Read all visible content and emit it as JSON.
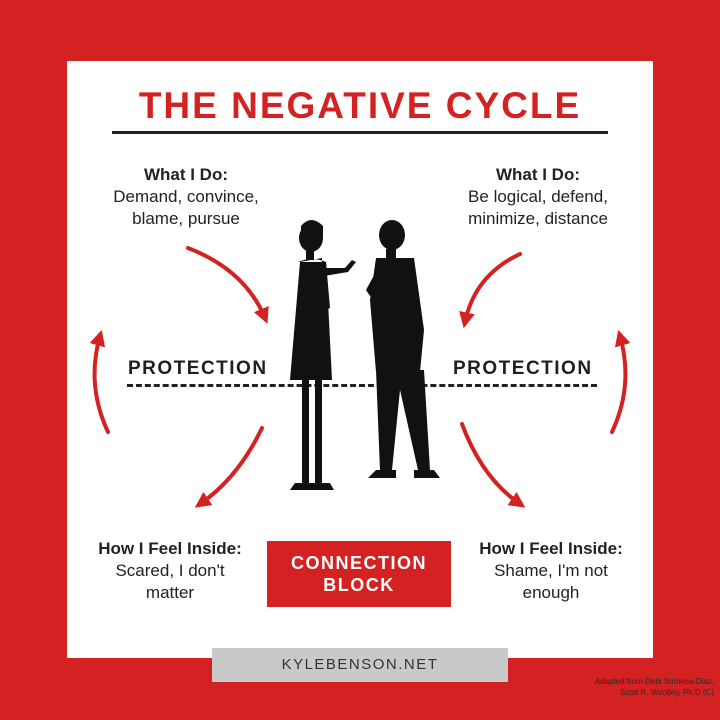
{
  "title": "THE NEGATIVE CYCLE",
  "left": {
    "do_heading": "What I Do:",
    "do_text": "Demand, convince, blame, pursue",
    "feel_heading": "How I Feel Inside:",
    "feel_text": "Scared, I don't matter"
  },
  "right": {
    "do_heading": "What I Do:",
    "do_text": "Be logical, defend, minimize, distance",
    "feel_heading": "How I Feel Inside:",
    "feel_text": "Shame, I'm not enough"
  },
  "protection_left": "PROTECTION",
  "protection_right": "PROTECTION",
  "connection_block": {
    "line1": "CONNECTION",
    "line2": "BLOCK"
  },
  "website": "KYLEBENSON.NET",
  "credit": {
    "line1": "Adapted from Debi Srimeca-Diaz,",
    "line2": "Scott R. Woolley, Ph.D (C)"
  },
  "colors": {
    "red": "#d42121",
    "dark": "#222222",
    "white": "#ffffff",
    "gray": "#c9c9c9"
  },
  "icons": [
    "woman-silhouette-icon",
    "man-silhouette-icon",
    "curved-arrow-icon"
  ]
}
